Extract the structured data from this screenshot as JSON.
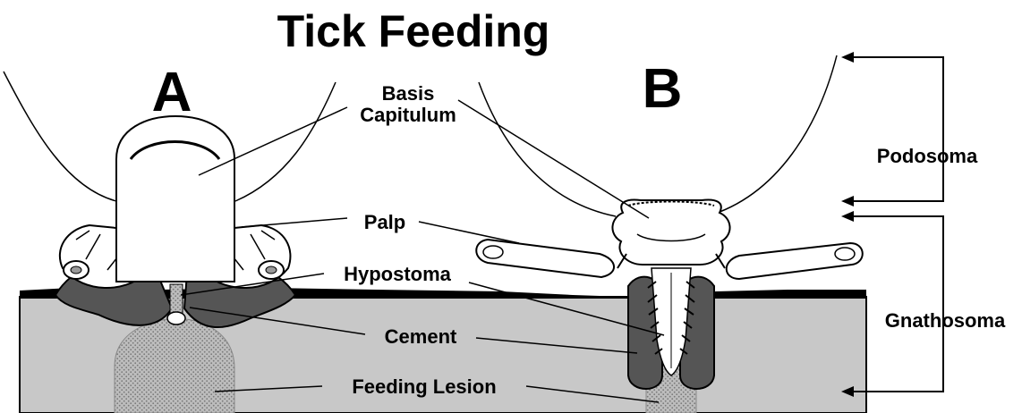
{
  "title": "Tick Feeding",
  "panels": {
    "a": "A",
    "b": "B"
  },
  "labels": {
    "basis_line1": "Basis",
    "basis_line2": "Capitulum",
    "palp": "Palp",
    "hypostoma": "Hypostoma",
    "cement": "Cement",
    "lesion": "Feeding Lesion",
    "podosoma": "Podosoma",
    "gnathosoma": "Gnathosoma"
  },
  "colors": {
    "skin": "#c8c8c8",
    "dark": "#555555",
    "line": "#000000",
    "bg": "#ffffff"
  }
}
